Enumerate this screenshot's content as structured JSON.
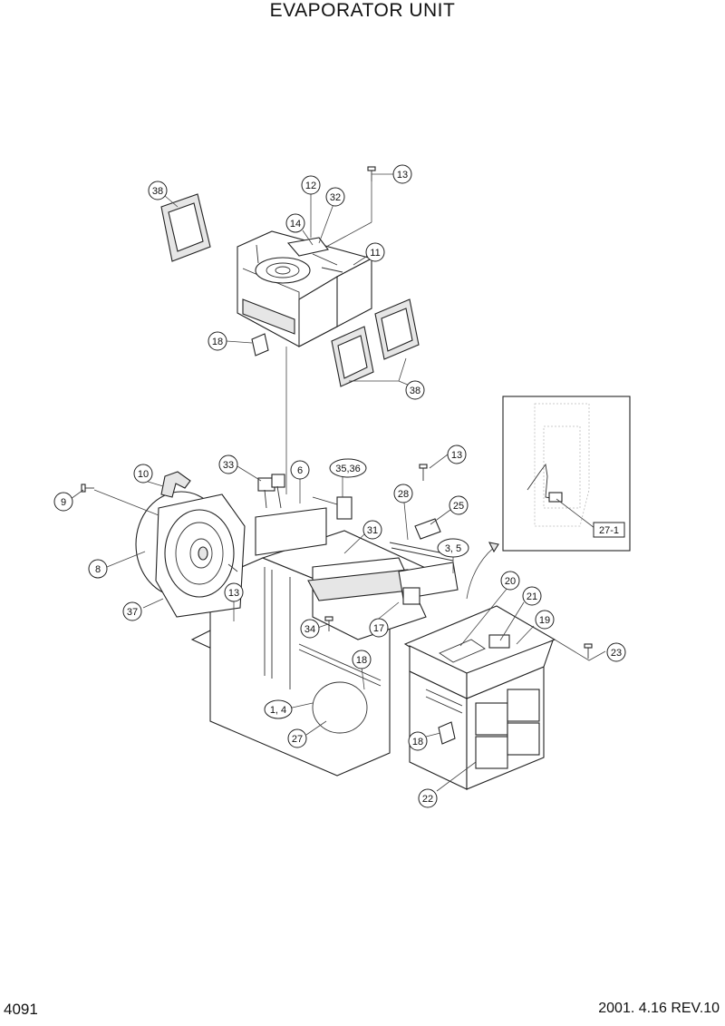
{
  "title": "EVAPORATOR UNIT",
  "page_number": "4091",
  "revision": "2001. 4.16  REV.10",
  "callouts": [
    {
      "id": "c13a",
      "label": "13"
    },
    {
      "id": "c38a",
      "label": "38"
    },
    {
      "id": "c12",
      "label": "12"
    },
    {
      "id": "c32",
      "label": "32"
    },
    {
      "id": "c14",
      "label": "14"
    },
    {
      "id": "c11",
      "label": "11"
    },
    {
      "id": "c18a",
      "label": "18"
    },
    {
      "id": "c38b",
      "label": "38"
    },
    {
      "id": "c13b",
      "label": "13"
    },
    {
      "id": "c33",
      "label": "33"
    },
    {
      "id": "c6",
      "label": "6"
    },
    {
      "id": "c3536",
      "label": "35,36"
    },
    {
      "id": "c10",
      "label": "10"
    },
    {
      "id": "c9",
      "label": "9"
    },
    {
      "id": "c28",
      "label": "28"
    },
    {
      "id": "c25",
      "label": "25"
    },
    {
      "id": "c31",
      "label": "31"
    },
    {
      "id": "c35",
      "label": "3, 5"
    },
    {
      "id": "c8",
      "label": "8"
    },
    {
      "id": "c13c",
      "label": "13"
    },
    {
      "id": "c37",
      "label": "37"
    },
    {
      "id": "c34",
      "label": "34"
    },
    {
      "id": "c17",
      "label": "17"
    },
    {
      "id": "c20",
      "label": "20"
    },
    {
      "id": "c21",
      "label": "21"
    },
    {
      "id": "c19",
      "label": "19"
    },
    {
      "id": "c23",
      "label": "23"
    },
    {
      "id": "c18b",
      "label": "18"
    },
    {
      "id": "c14b",
      "label": "1, 4"
    },
    {
      "id": "c27",
      "label": "27"
    },
    {
      "id": "c18c",
      "label": "18"
    },
    {
      "id": "c22",
      "label": "22"
    }
  ],
  "detail_label": "27-1"
}
